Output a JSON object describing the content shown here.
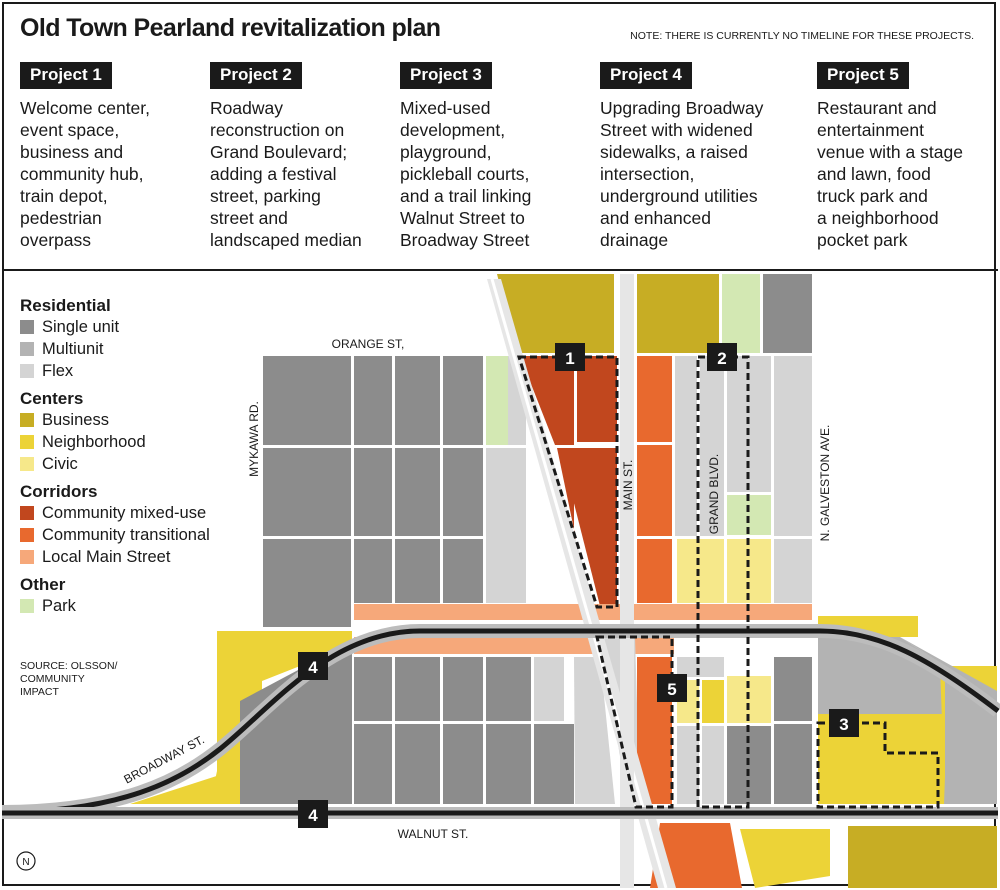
{
  "title": "Old Town Pearland revitalization plan",
  "note": "NOTE: THERE IS CURRENTLY NO TIMELINE FOR THESE PROJECTS.",
  "projects": [
    {
      "label": "Project 1",
      "description": "Welcome center,\nevent space,\nbusiness and\ncommunity hub,\ntrain depot,\npedestrian\noverpass"
    },
    {
      "label": "Project 2",
      "description": "Roadway\nreconstruction on\nGrand Boulevard;\nadding a festival\nstreet, parking\nstreet and\nlandscaped median"
    },
    {
      "label": "Project 3",
      "description": "Mixed-used\ndevelopment,\nplayground,\npickleball courts,\nand a trail linking\nWalnut Street to\nBroadway Street"
    },
    {
      "label": "Project 4",
      "description": "Upgrading Broadway\nStreet with widened\nsidewalks, a raised\nintersection,\nunderground utilities\nand enhanced\ndrainage"
    },
    {
      "label": "Project 5",
      "description": "Restaurant and\nentertainment\nvenue with a stage\nand lawn, food\ntruck park and\na neighborhood\npocket park"
    }
  ],
  "legend": [
    {
      "heading": "Residential",
      "items": [
        {
          "label": "Single unit",
          "color": "#8c8c8c"
        },
        {
          "label": "Multiunit",
          "color": "#b3b3b3"
        },
        {
          "label": "Flex",
          "color": "#d4d4d4"
        }
      ]
    },
    {
      "heading": "Centers",
      "items": [
        {
          "label": "Business",
          "color": "#c7ad24"
        },
        {
          "label": "Neighborhood",
          "color": "#ecd337"
        },
        {
          "label": "Civic",
          "color": "#f6e88a"
        }
      ]
    },
    {
      "heading": "Corridors",
      "items": [
        {
          "label": "Community mixed-use",
          "color": "#c1471e"
        },
        {
          "label": "Community transitional",
          "color": "#e8692e"
        },
        {
          "label": "Local Main Street",
          "color": "#f6a87a"
        }
      ]
    },
    {
      "heading": "Other",
      "items": [
        {
          "label": "Park",
          "color": "#d3e8b3"
        }
      ]
    }
  ],
  "source": "SOURCE: OLSSON/\nCOMMUNITY\nIMPACT",
  "streets": {
    "orange": "ORANGE ST,",
    "mykawa": "MYKAWA RD.",
    "main": "MAIN ST.",
    "grand": "GRAND BLVD.",
    "galveston": "N. GALVESTON AVE.",
    "broadway": "BROADWAY ST.",
    "walnut": "WALNUT ST."
  },
  "map_markers": [
    "1",
    "2",
    "3",
    "4",
    "4",
    "5"
  ],
  "north_label": "N"
}
